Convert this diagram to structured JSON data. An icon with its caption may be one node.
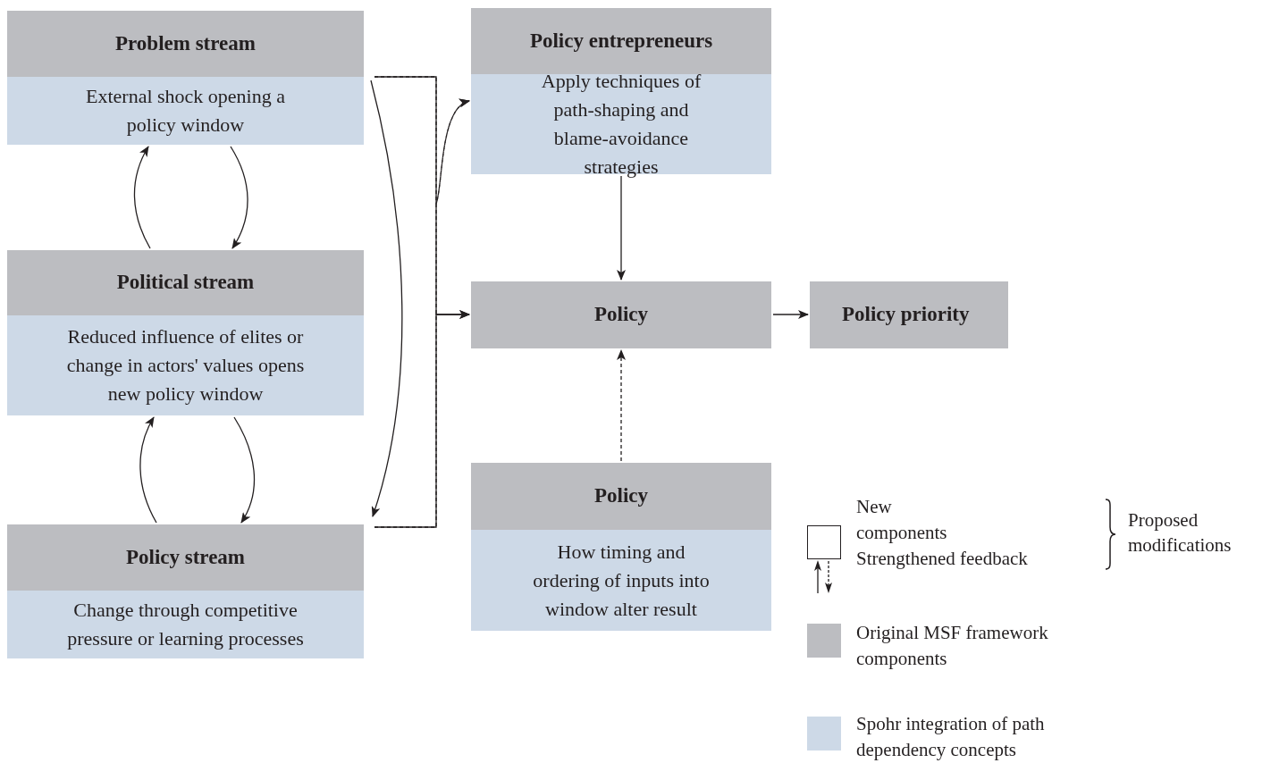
{
  "diagram": {
    "nodes": [
      {
        "text": [
          "Problem stream",
          "External shock opening a policy window"
        ]
      },
      {
        "text": [
          "Political stream",
          "Reduced influence of elites or change in actors' values opens new policy window"
        ]
      },
      {
        "text": [
          "Policy stream",
          "Change through competitive pressure or learning processes"
        ]
      },
      {
        "text": [
          "Policy entrepreneurs",
          "Apply techniques of path-shaping and blame-avoidance strategies"
        ]
      },
      {
        "text": [
          "Policy"
        ]
      },
      {
        "text": [
          "Policy priority"
        ]
      },
      {
        "text": [
          "Policy",
          "How timing and ordering of inputs into window alter result"
        ]
      }
    ],
    "edges": [
      {
        "from": 0,
        "to": 1,
        "arrow": "to"
      },
      {
        "from": 1,
        "to": 0,
        "arrow": "to"
      },
      {
        "from": 1,
        "to": 2,
        "arrow": "to"
      },
      {
        "from": 2,
        "to": 1,
        "arrow": "to"
      },
      {
        "from": 0,
        "to": 2,
        "arrow": "to"
      },
      {
        "from": 0,
        "to": 4,
        "arrow": "to"
      },
      {
        "from": 2,
        "to": 4,
        "arrow": "to"
      },
      {
        "from": 0,
        "to": 3,
        "arrow": "to",
        "style": "dashed"
      },
      {
        "from": 2,
        "to": 3,
        "arrow": "to",
        "style": "dashed"
      },
      {
        "from": 3,
        "to": 4,
        "arrow": "to"
      },
      {
        "from": 4,
        "to": 5,
        "arrow": "to"
      },
      {
        "from": 6,
        "to": 4,
        "arrow": "to",
        "style": "dashed"
      }
    ],
    "labels": [
      "Proposed modifications"
    ],
    "legend": [
      {
        "text": "New components"
      },
      {
        "text": "Strengthened feedback"
      },
      {
        "text": "Original MSF framework components",
        "color": "#bcbdc1"
      },
      {
        "text": "Spohr integration of path dependency concepts",
        "color": "#cdd9e7"
      }
    ]
  }
}
